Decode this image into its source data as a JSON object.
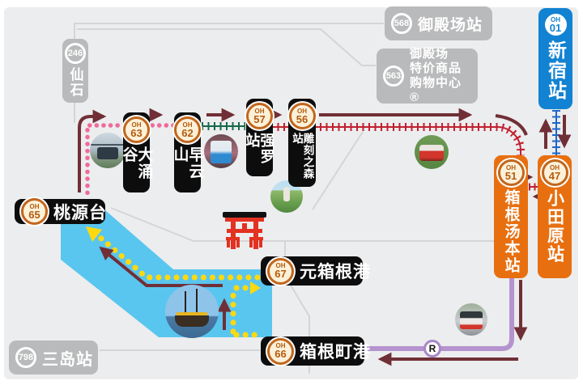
{
  "title": "Hakone area transit route map",
  "stations": {
    "oh01": {
      "code": "OH",
      "num": "01",
      "name": "新宿站"
    },
    "oh47": {
      "code": "OH",
      "num": "47",
      "name": "小田原站"
    },
    "oh51": {
      "code": "OH",
      "num": "51",
      "name": "箱根汤本站"
    },
    "oh56": {
      "code": "OH",
      "num": "56",
      "name": "雕刻之森站"
    },
    "oh57": {
      "code": "OH",
      "num": "57",
      "name": "强罗站"
    },
    "oh62": {
      "code": "OH",
      "num": "62",
      "name": "早云山"
    },
    "oh63": {
      "code": "OH",
      "num": "63",
      "name": "大涌谷"
    },
    "oh65": {
      "code": "OH",
      "num": "65",
      "name": "桃源台"
    },
    "oh66": {
      "code": "OH",
      "num": "66",
      "name": "箱根町港"
    },
    "oh67": {
      "code": "OH",
      "num": "67",
      "name": "元箱根港"
    }
  },
  "road_badges": {
    "r246": {
      "num": "246",
      "name": "仙石"
    },
    "r568": {
      "num": "568",
      "name": "御殿场站"
    },
    "r563": {
      "num": "563",
      "line1": "御殿场",
      "line2": "特价商品",
      "line3": "购物中心®"
    },
    "r798": {
      "num": "798",
      "name": "三岛站"
    }
  },
  "markers": {
    "bus_route_badge": "R"
  },
  "photos": {
    "ropeway": "ropeway-gondola-photo",
    "cablecar": "cablecar-photo",
    "sculpture_park": "sculpture-park-photo",
    "romancecar": "romancecar-train-photo",
    "pirate_ship": "pirate-ship-photo",
    "bus": "hakone-tozan-bus-photo"
  },
  "landmarks": {
    "torii": "torii-gate-icon",
    "lake": "lake-ashi-water"
  },
  "lines": {
    "odakyu_line": {
      "style": "railway-crosshatch",
      "color": "#1d66c8"
    },
    "tozan_train_line": {
      "style": "railway-crosshatch",
      "color": "#c22030"
    },
    "cablecar_line": {
      "style": "railway-crosshatch",
      "color": "#15694a"
    },
    "ropeway_line": {
      "style": "dotted",
      "color": "#f06a9a"
    },
    "cruise_line": {
      "style": "dotted",
      "color": "#ffd90f"
    },
    "tozan_bus_line": {
      "style": "solid",
      "color": "#b493ce"
    },
    "model_course": {
      "style": "arrows",
      "color": "#702f36"
    }
  },
  "colors": {
    "background": "#ecedee",
    "station_black": "#0d0d0d",
    "station_orange": "#e86f10",
    "station_blue": "#1282d2",
    "road_gray": "#b9babb",
    "water": "#59c6ef",
    "boundary_gray": "#d4d5d6",
    "badge_cream": "#fbf1da",
    "badge_ring": "#c2661c",
    "torii_red": "#e33122"
  }
}
